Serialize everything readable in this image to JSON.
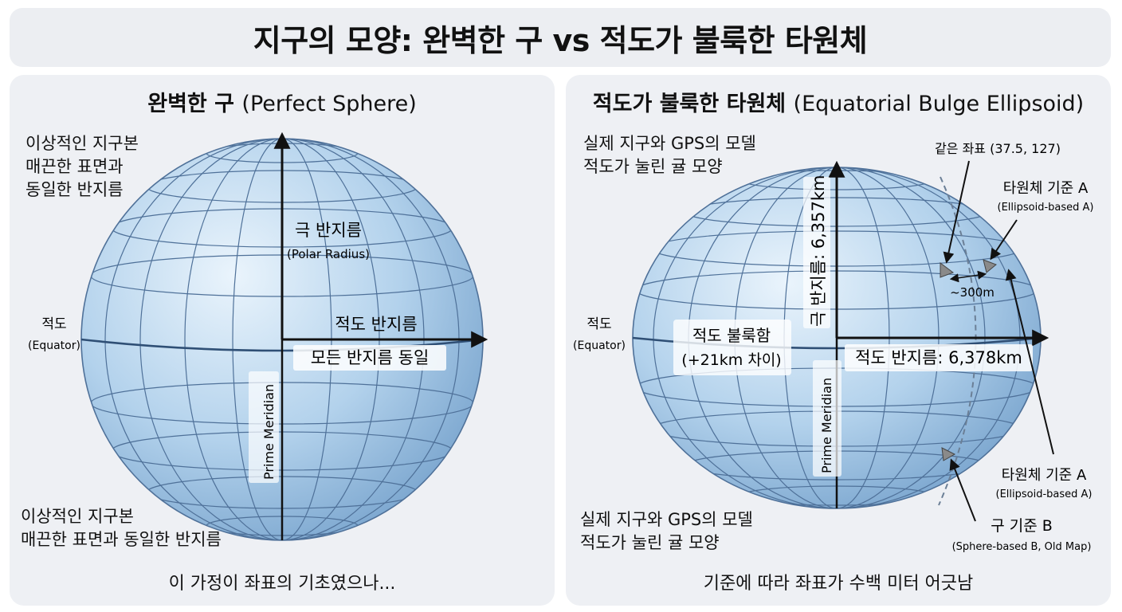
{
  "title": "지구의 모양: 완벽한 구 vs 적도가 불룩한 타원체",
  "left": {
    "heading": "완벽한 구",
    "heading_sub": "(Perfect Sphere)",
    "top_note": [
      "이상적인 지구본",
      "매끈한 표면과",
      "동일한 반지름"
    ],
    "bottom_note": [
      "이상적인 지구본",
      "매끈한 표면과 동일한 반지름"
    ],
    "polar_radius": "극 반지름",
    "polar_radius_sub": "(Polar Radius)",
    "equatorial_radius": "적도 반지름",
    "all_radii_equal": "모든 반지름 동일",
    "equator": "적도",
    "equator_sub": "(Equator)",
    "prime_meridian": "Prime Meridian",
    "footer": "이 가정이 좌표의 기초였으나..."
  },
  "right": {
    "heading": "적도가 불룩한 타원체",
    "heading_sub": "(Equatorial Bulge Ellipsoid)",
    "top_note": [
      "실제 지구와 GPS의 모델",
      "적도가 눌린 귤 모양"
    ],
    "bottom_note": [
      "실제 지구와 GPS의 모델",
      "적도가 눌린 귤 모양"
    ],
    "same_coord": "같은 좌표 (37.5, 127)",
    "ellipsoid_a": "타원체 기준 A",
    "ellipsoid_a_sub": "(Ellipsoid-based A)",
    "ellipsoid_a2": "타원체 기준 A",
    "ellipsoid_a2_sub": "(Ellipsoid-based A)",
    "sphere_b": "구 기준 B",
    "sphere_b_sub": "(Sphere-based B, Old Map)",
    "offset": "~300m",
    "polar_radius": "극 반지름: 6,357km",
    "equatorial_radius": "적도 반지름: 6,378km",
    "bulge": "적도 불룩함",
    "bulge_sub": "(+21km 차이)",
    "equator": "적도",
    "equator_sub": "(Equator)",
    "prime_meridian": "Prime Meridian",
    "footer": "기준에 따라 좌표가 수백 미터 어긋남"
  },
  "colors": {
    "globe_light": "#e4f1fb",
    "globe_mid": "#a9cbe8",
    "globe_dark": "#6f9cc8",
    "grid": "#4f7199",
    "panel_bg": "#eef0f4",
    "marker": "#8a8a8a"
  }
}
